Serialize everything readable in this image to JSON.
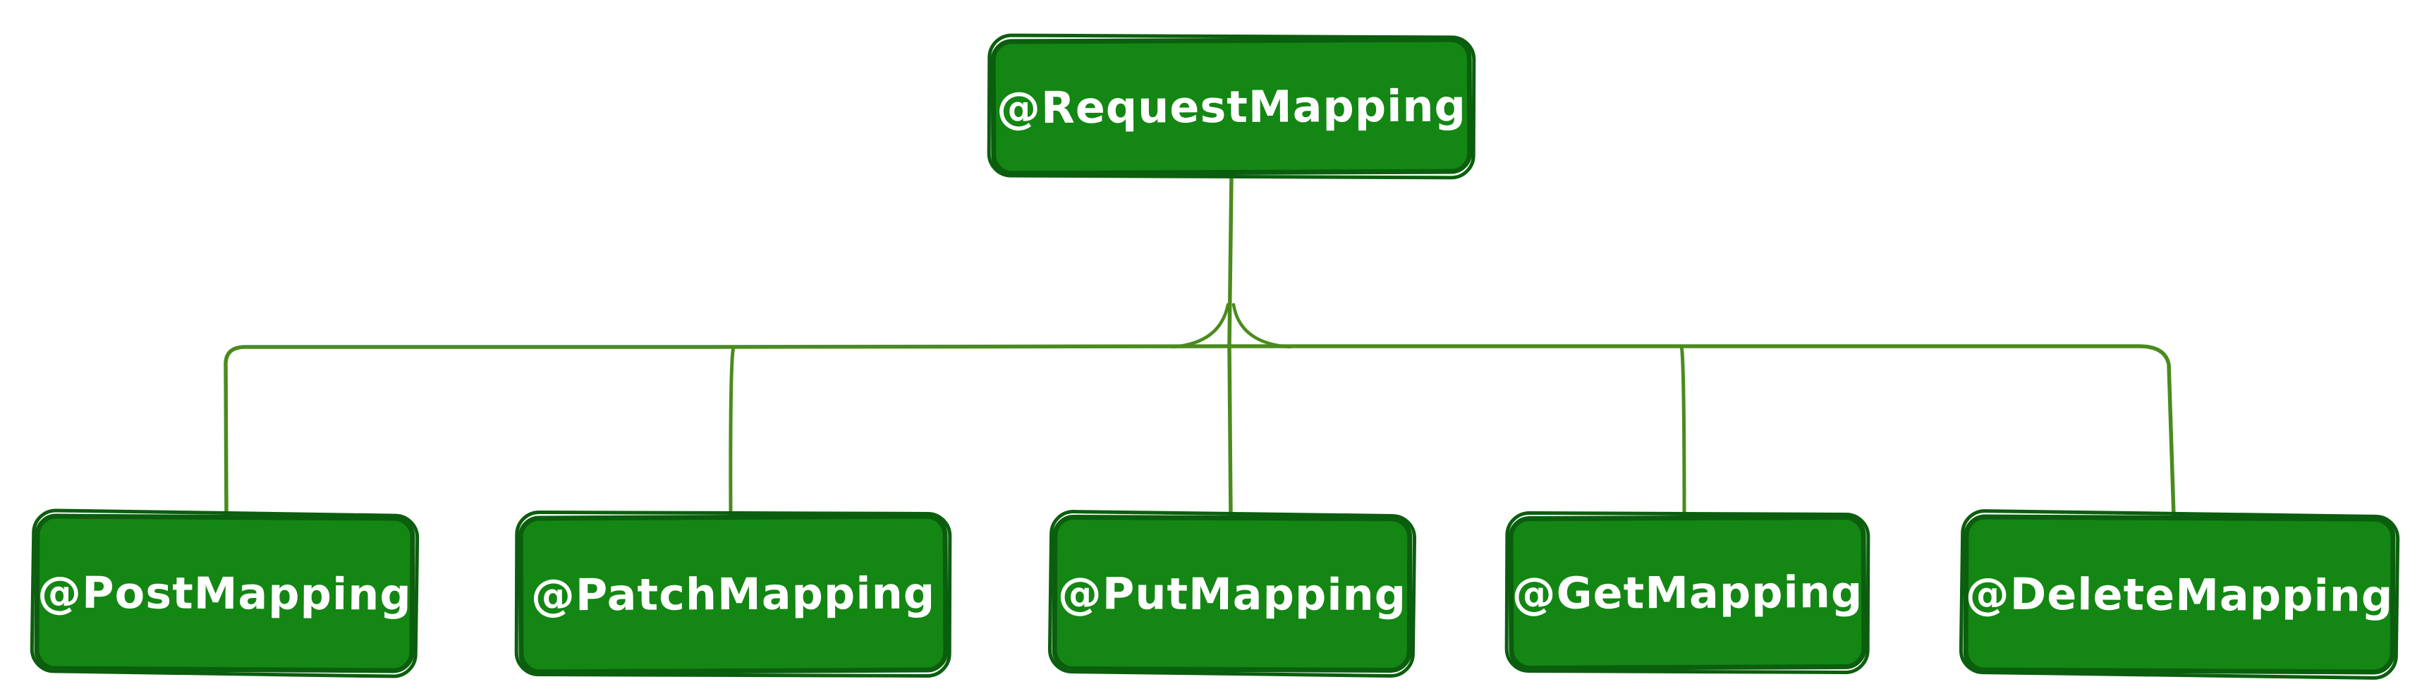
{
  "diagram": {
    "root": {
      "label": "@RequestMapping"
    },
    "children": [
      {
        "label": "@PostMapping"
      },
      {
        "label": "@PatchMapping"
      },
      {
        "label": "@PutMapping"
      },
      {
        "label": "@GetMapping"
      },
      {
        "label": "@DeleteMapping"
      }
    ],
    "colors": {
      "box_fill": "#148614",
      "box_border": "#0b5e0e",
      "connector": "#4a8b1e",
      "text": "#ffffff",
      "background": "#ffffff"
    }
  }
}
